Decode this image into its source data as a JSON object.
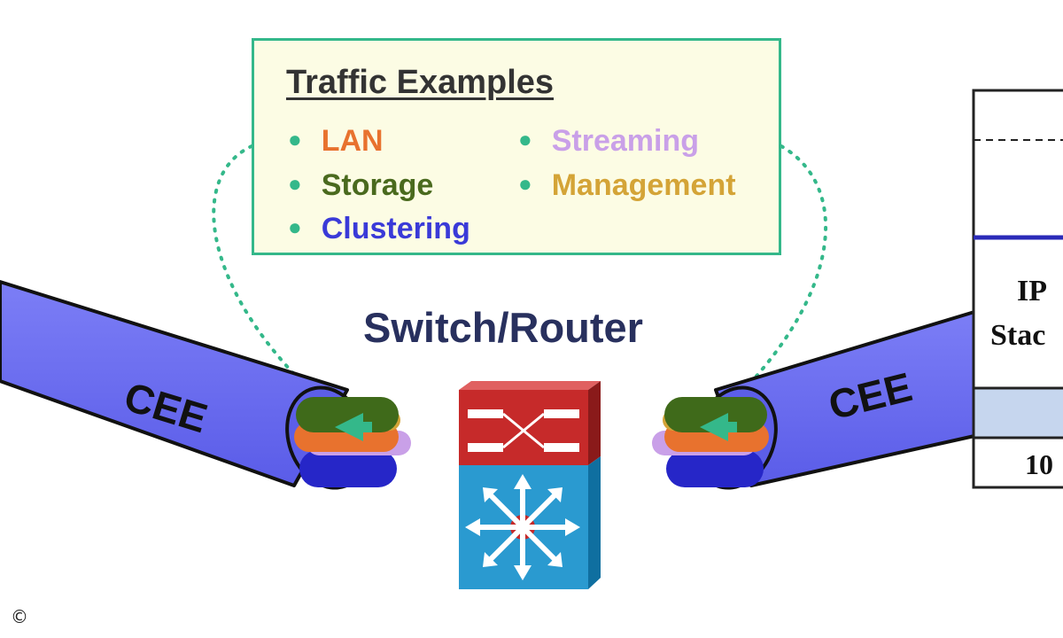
{
  "traffic_examples": {
    "title": "Traffic Examples",
    "items": [
      {
        "label": "LAN",
        "color": "#e8722e"
      },
      {
        "label": "Storage",
        "color": "#4a6a1e"
      },
      {
        "label": "Clustering",
        "color": "#3a3ad8"
      },
      {
        "label": "Streaming",
        "color": "#c9a0e8"
      },
      {
        "label": "Management",
        "color": "#d4a437"
      }
    ]
  },
  "switch_router": {
    "label": "Switch/Router",
    "icon": "switch-router-icon"
  },
  "links": {
    "left_label": "CEE",
    "right_label": "CEE",
    "pipe_color": "#6a6cf0"
  },
  "protocol_stack": {
    "line1": "IP",
    "line2": "Stac",
    "bottom": "10"
  },
  "copyright": "©"
}
